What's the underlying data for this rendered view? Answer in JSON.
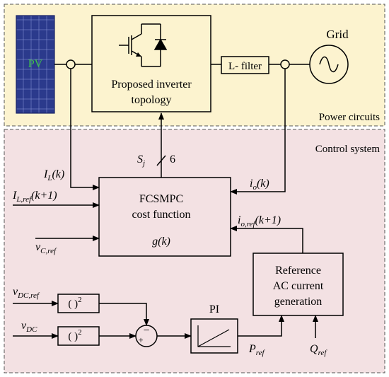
{
  "colors": {
    "power_bg": "#fcf3cf",
    "control_bg": "#f3e1e3",
    "block_fill": "#fcf3cf",
    "pv_panel": "#2b3a8c",
    "pv_text": "#3fc44a"
  },
  "power": {
    "pv_label": "PV",
    "inverter_line1": "Proposed inverter",
    "inverter_line2": "topology",
    "filter_label": "L- filter",
    "grid_label": "Grid",
    "section_label": "Power circuits"
  },
  "control": {
    "section_label": "Control system",
    "sj_label": "S",
    "sj_sub": "j",
    "sj_count": "6",
    "fcs_line1": "FCSMPC",
    "fcs_line2": "cost function",
    "g_label": "g(k)",
    "il_label": "I",
    "il_sub": "L",
    "il_arg": "(k)",
    "ilref_label": "I",
    "ilref_sub": "L,ref",
    "ilref_arg": "(k+1)",
    "vcref_label": "v",
    "vcref_sub": "C,ref",
    "io_label": "i",
    "io_sub": "o",
    "io_arg": "(k)",
    "ioref_label": "i",
    "ioref_sub": "o,ref",
    "ioref_arg": "(k+1)",
    "ref_line1": "Reference",
    "ref_line2": "AC current",
    "ref_line3": "generation",
    "vdcref_label": "v",
    "vdcref_sub": "DC,ref",
    "vdc_label": "v",
    "vdc_sub": "DC",
    "square_text": "( )",
    "square_exp": "2",
    "pi_label": "PI",
    "minus_sign": "−",
    "plus_sign": "+",
    "pref_label": "P",
    "pref_sub": "ref",
    "qref_label": "Q",
    "qref_sub": "ref"
  }
}
